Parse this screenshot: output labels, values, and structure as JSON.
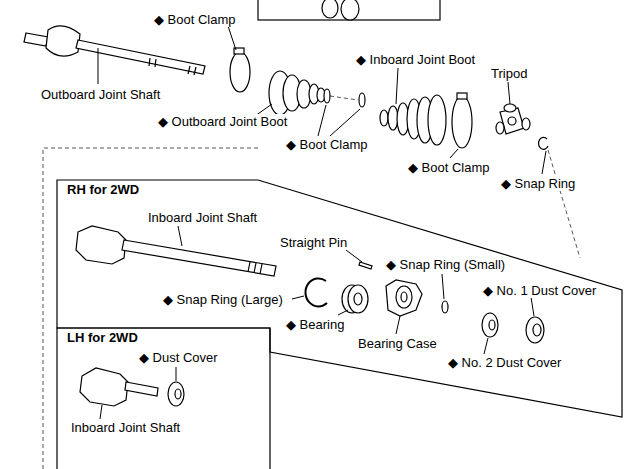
{
  "diagram": {
    "nodes": [
      {
        "text": [
          "RH for 2WD"
        ]
      },
      {
        "text": [
          "LH for 2WD"
        ]
      }
    ],
    "labels": [
      "◆ Boot Clamp",
      "Outboard Joint Shaft",
      "◆ Inboard Joint Boot",
      "Tripod",
      "◆ Outboard Joint Boot",
      "◆ Boot Clamp",
      "◆ Boot Clamp",
      "◆ Snap Ring",
      "Inboard Joint Shaft",
      "Straight Pin",
      "◆ Snap Ring (Small)",
      "◆ No. 1 Dust Cover",
      "◆ Snap Ring (Large)",
      "◆ Bearing",
      "Bearing Case",
      "◆ No. 2 Dust Cover",
      "◆ Dust Cover",
      "Inboard Joint Shaft"
    ]
  }
}
